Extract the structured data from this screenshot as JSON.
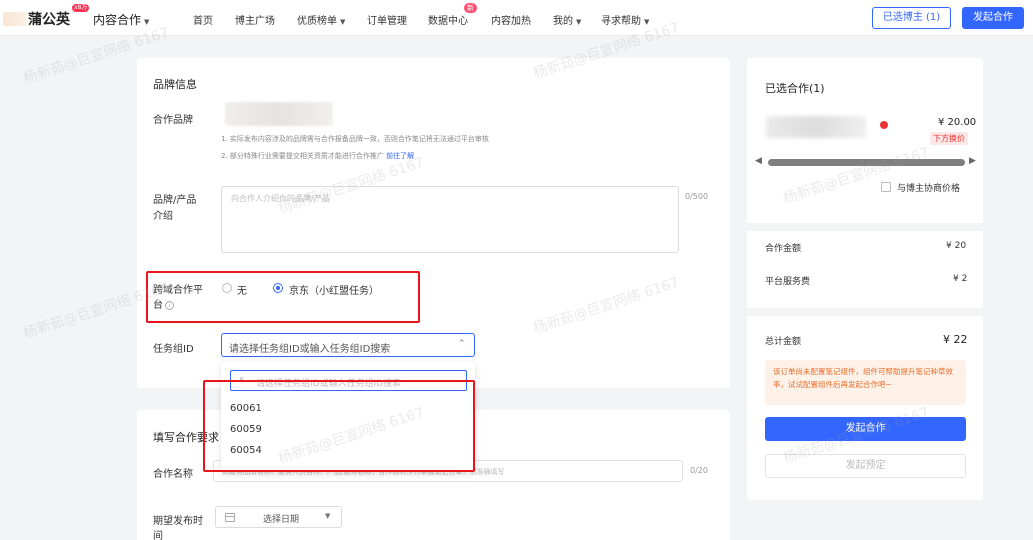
{
  "nav": {
    "logo_text": "蒲公英",
    "logo_badge": "x8万",
    "switcher": "内容合作",
    "items": [
      "首页",
      "博主广场",
      "优质榜单",
      "订单管理",
      "数据中心",
      "内容加热",
      "我的",
      "寻求帮助"
    ],
    "new_badge": "新",
    "selected_btn": "已选博主 (1)",
    "launch_btn": "发起合作"
  },
  "brand": {
    "title": "品牌信息",
    "brand_label": "合作品牌",
    "hint1": "1. 实际发布内容涉及的品牌需与合作报备品牌一致，否则合作笔记将无法通过平台审核",
    "hint2": "2. 部分特殊行业需要提交相关资质才能进行合作推广",
    "hint2_link": "前往了解",
    "intro_label_1": "品牌/产品",
    "intro_label_2": "介绍",
    "intro_placeholder": "向合作人介绍你的品牌/产品",
    "intro_count": "0/500",
    "cross_label_1": "跨域合作平",
    "cross_label_2": "台",
    "cross_info": "i",
    "opt_none": "无",
    "opt_jd": "京东（小红盟任务）",
    "task_label": "任务组ID",
    "task_placeholder": "请选择任务组ID或输入任务组ID搜索",
    "dd_search_placeholder": "请选择任务组ID或输入任务组ID搜索",
    "dd_options": [
      "60061",
      "60059",
      "60054"
    ]
  },
  "requirements": {
    "title": "填写合作要求",
    "name_label": "合作名称",
    "name_placeholder": "如服务品牌名称、服务人员名称、产品/服务名称，合作后将作为单独笔记订单，须准确填写",
    "name_count": "0/20",
    "date_label_1": "期望发布时",
    "date_label_2": "间",
    "date_placeholder": "选择日期"
  },
  "summary": {
    "title": "已选合作(1)",
    "price": "¥ 20.00",
    "price_tag": "下方换价",
    "negotiate": "与博主协商价格",
    "amount_label": "合作金额",
    "amount": "¥ 20",
    "fee_label": "平台服务费",
    "fee": "¥ 2",
    "total_label": "总计金额",
    "total": "¥ 22",
    "warning": "该订单尚未配置笔记组件，组件可帮助提升笔记种草效率，试试配置组件后再发起合作吧~",
    "submit": "发起合作",
    "reserve": "发起预定"
  },
  "watermark": "杨新茹@巨宣网络 6167",
  "colors": {
    "primary": "#3366ff",
    "danger": "#e8161c",
    "warning": "#e76f2c"
  },
  "icons": [
    "search-icon",
    "chevron-down-icon",
    "calendar-icon",
    "info-icon",
    "remove-icon",
    "scroll-left-icon",
    "scroll-right-icon"
  ]
}
